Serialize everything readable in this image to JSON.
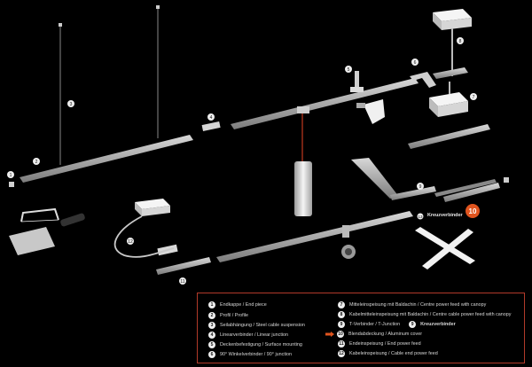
{
  "callouts": [
    "1",
    "2",
    "3",
    "4",
    "5",
    "6",
    "7",
    "8",
    "9",
    "10",
    "11",
    "12",
    "13"
  ],
  "inline_label": "Kreuzverbinder",
  "legend": {
    "left": [
      {
        "num": "1",
        "text": "Endkappe / End piece"
      },
      {
        "num": "2",
        "text": "Profil / Profile"
      },
      {
        "num": "3",
        "text": "Seilabhängung / Steel cable suspension"
      },
      {
        "num": "4",
        "text": "Linearverbinder / Linear junction"
      },
      {
        "num": "5",
        "text": "Deckenbefestigung / Surface mounting"
      },
      {
        "num": "6",
        "text": "90° Winkelverbinder / 90° junction"
      }
    ],
    "right": [
      {
        "num": "7",
        "text": "Mitteleinspeisung mit Baldachin / Centre power feed with canopy"
      },
      {
        "num": "8",
        "text": "Kabelmitteleinspeisung mit Baldachin / Centre cable power feed with canopy"
      },
      {
        "num": "9",
        "text": "T-Verbinder / T-Junction",
        "extra_num": "9",
        "extra_text": "Kreuzverbinder"
      },
      {
        "num": "10",
        "text": "Blendabdeckung / Aluminum cover",
        "arrow": true
      },
      {
        "num": "11",
        "text": "Endeinspeisung / End power feed"
      },
      {
        "num": "12",
        "text": "Kabeleinspeisung / Cable end power feed"
      }
    ]
  },
  "colors": {
    "accent": "#e0541e",
    "frame": "#b23a2a",
    "rail": "#9a9a9a"
  }
}
